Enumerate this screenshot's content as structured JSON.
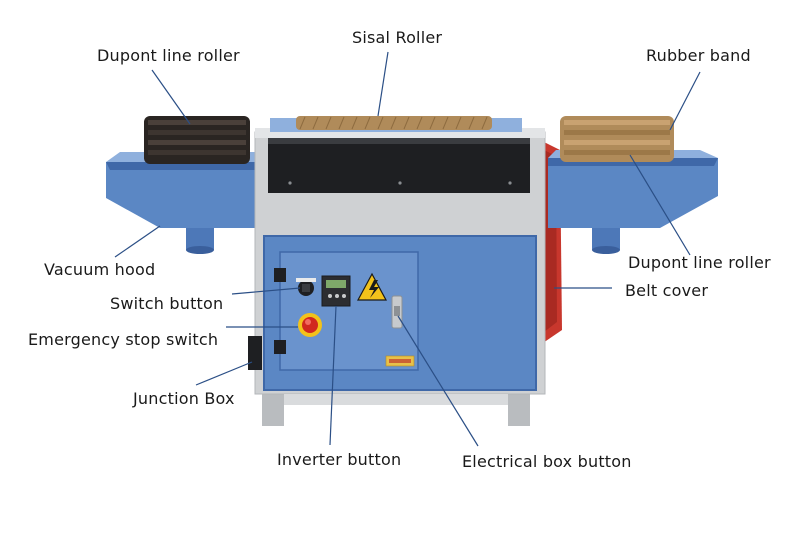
{
  "labels": {
    "dupont_left": "Dupont line roller",
    "sisal": "Sisal Roller",
    "rubber": "Rubber band",
    "vacuum": "Vacuum hood",
    "dupont_right": "Dupont line roller",
    "switch": "Switch button",
    "belt": "Belt cover",
    "estop": "Emergency stop switch",
    "junction": "Junction Box",
    "inverter": "Inverter button",
    "electrical": "Electrical box button"
  },
  "colors": {
    "machine_blue": "#5b87c4",
    "machine_blue_dark": "#3f68a8",
    "frame_grey": "#cfd1d3",
    "belt_red": "#c8372d",
    "sisal_brown": "#b08b5a",
    "dupont_dark": "#2a2522",
    "leader_line": "#2b4f86",
    "warning_yellow": "#f2c21b"
  }
}
